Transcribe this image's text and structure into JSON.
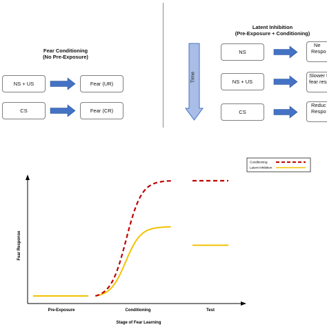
{
  "diagram": {
    "left_panel": {
      "title_line1": "Fear Conditioning",
      "title_line2": "(No Pre-Exposure)",
      "rows": [
        {
          "stimulus": "NS + US",
          "response": "Fear (UR)"
        },
        {
          "stimulus": "CS",
          "response": "Fear (CR)"
        }
      ]
    },
    "right_panel": {
      "title_line1": "Latent Inhibition",
      "title_line2": "(Pre-Exposure + Conditioning)",
      "time_label": "Time",
      "rows": [
        {
          "stimulus": "NS",
          "response_line1": "Ne",
          "response_line2": "Respo"
        },
        {
          "stimulus": "NS + US",
          "response_line1": "Slower f",
          "response_line2": "fear resp"
        },
        {
          "stimulus": "CS",
          "response_line1": "Reduc",
          "response_line2": "Respo"
        }
      ]
    },
    "colors": {
      "arrow_blue": "#4472c4",
      "time_arrow_fill": "#a9bde6",
      "conditioning_red": "#c00000",
      "latent_yellow": "#f2c200"
    }
  },
  "chart_data": {
    "type": "line",
    "title": "",
    "xlabel": "Stage of Fear Learning",
    "ylabel": "Fear Response",
    "categories": [
      "Pre-Exposure",
      "Conditioning",
      "Test"
    ],
    "legend_position": "top-right",
    "grid": false,
    "series": [
      {
        "name": "Conditioning",
        "style": "dashed",
        "color": "#c00000",
        "segments": [
          {
            "stage": "Conditioning",
            "x": [
              0,
              1
            ],
            "y": [
              0.0,
              1.0
            ]
          },
          {
            "stage": "Test",
            "x": [
              0,
              1
            ],
            "y": [
              1.0,
              1.0
            ]
          }
        ]
      },
      {
        "name": "Latent Inhibition",
        "style": "solid",
        "color": "#f2c200",
        "segments": [
          {
            "stage": "Pre-Exposure",
            "x": [
              0,
              1
            ],
            "y": [
              0.0,
              0.0
            ]
          },
          {
            "stage": "Conditioning",
            "x": [
              0,
              1
            ],
            "y": [
              0.0,
              0.6
            ]
          },
          {
            "stage": "Test",
            "x": [
              0,
              1
            ],
            "y": [
              0.44,
              0.44
            ]
          }
        ]
      }
    ]
  }
}
